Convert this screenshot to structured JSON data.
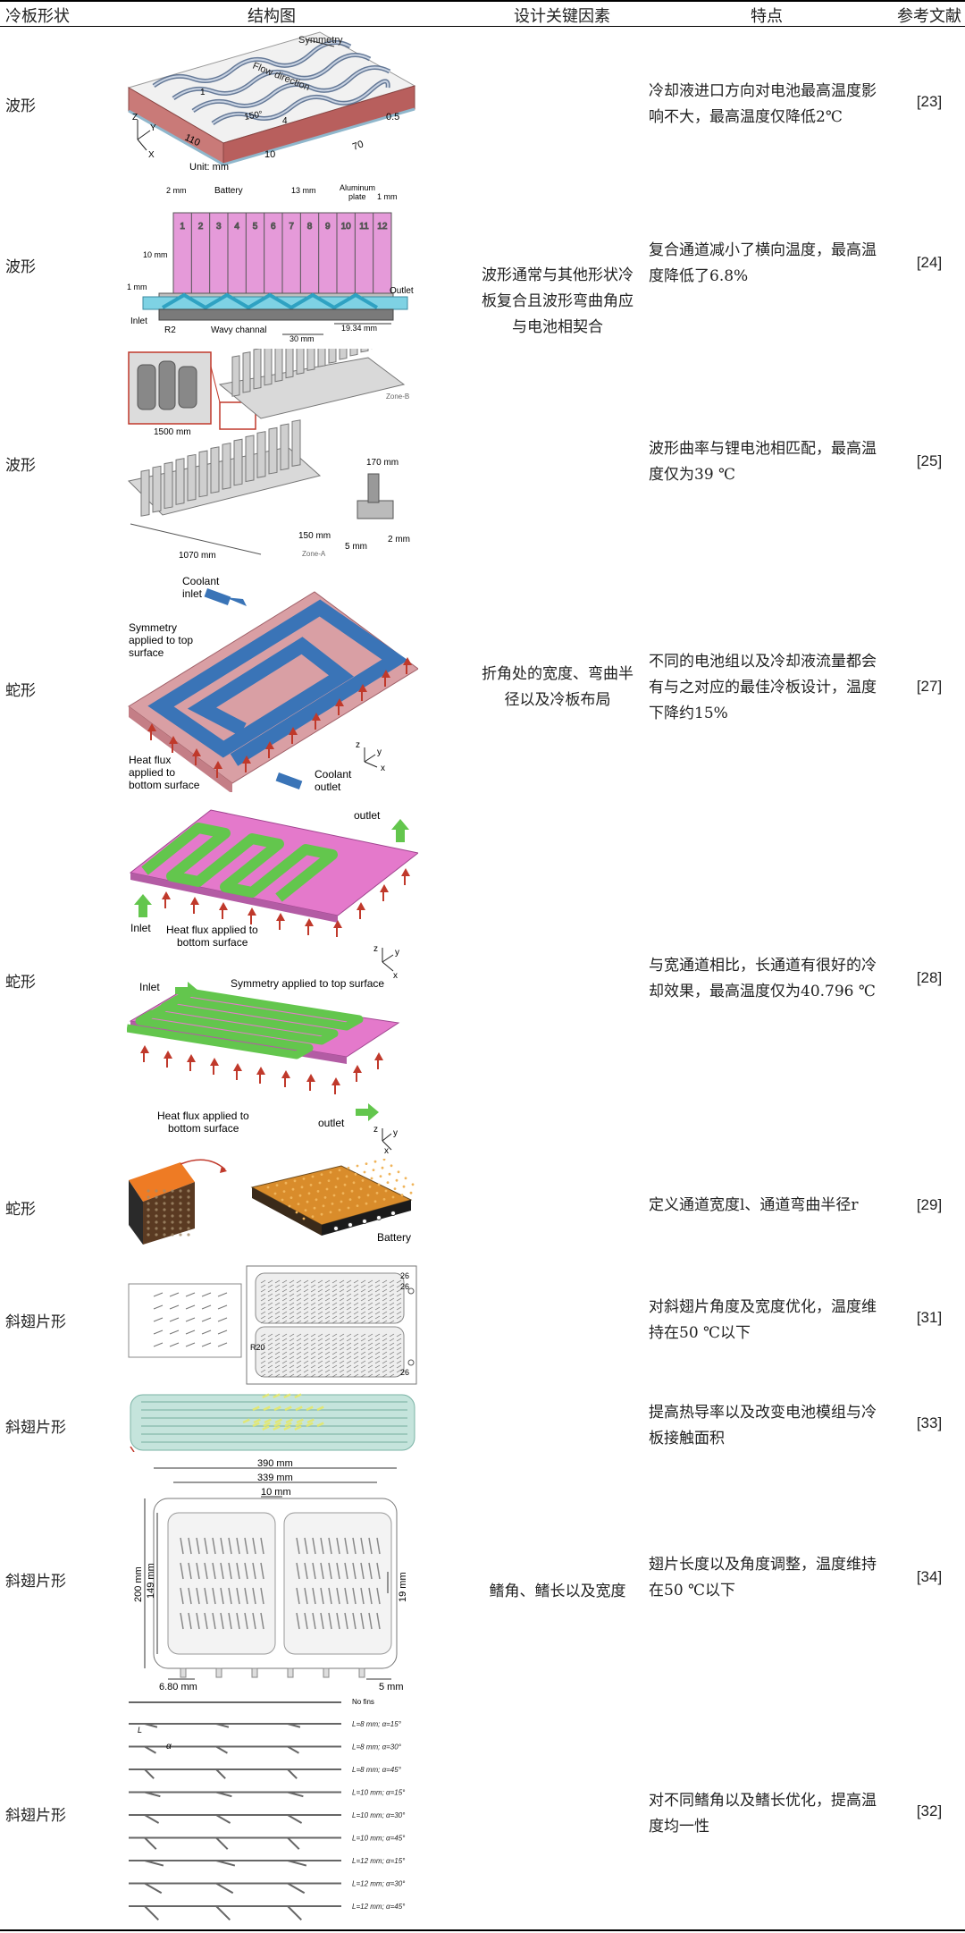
{
  "header": {
    "shape": "冷板形状",
    "figure": "结构图",
    "design": "设计关键因素",
    "features": "特点",
    "ref": "参考文献"
  },
  "rows": [
    {
      "shape": "波形",
      "features": "冷却液进口方向对电池最高温度影响不大，最高温度仅降低2℃",
      "ref": "[23]"
    },
    {
      "shape": "波形",
      "features": "复合通道减小了横向温度，最高温度降低了6.8%",
      "ref": "[24]"
    },
    {
      "shape": "波形",
      "features": "波形曲率与锂电池相匹配，最高温度仅为39 ℃",
      "ref": "[25]"
    },
    {
      "shape": "蛇形",
      "features": "不同的电池组以及冷却液流量都会有与之对应的最佳冷板设计，温度下降约15%",
      "ref": "[27]"
    },
    {
      "shape": "蛇形",
      "features": "与宽通道相比，长通道有很好的冷却效果，最高温度仅为40.796 ℃",
      "ref": "[28]"
    },
    {
      "shape": "蛇形",
      "features": "定义通道宽度l、通道弯曲半径r",
      "ref": "[29]"
    },
    {
      "shape": "斜翅片形",
      "features": "对斜翅片角度及宽度优化，温度维持在50 ℃以下",
      "ref": "[31]"
    },
    {
      "shape": "斜翅片形",
      "features": "提高热导率以及改变电池模组与冷板接触面积",
      "ref": "[33]"
    },
    {
      "shape": "斜翅片形",
      "features": "翅片长度以及角度调整，温度维持在50 ℃以下",
      "ref": "[34]"
    },
    {
      "shape": "斜翅片形",
      "features": "对不同鳍角以及鳍长优化，提高温度均一性",
      "ref": "[32]"
    }
  ],
  "design_groups": [
    "波形通常与其他形状冷板复合且波形弯曲角应与电池相契合",
    "折角处的宽度、弯曲半径以及冷板布局",
    "鳍角、鳍长以及宽度"
  ],
  "figures": {
    "f23": {
      "symmetry": "Symmetry",
      "flow": "Flow direction",
      "d1": "1",
      "d150": "150°",
      "d4": "4",
      "d05": "0.5",
      "d110": "110",
      "d10": "10",
      "d70": "70",
      "unit": "Unit: mm",
      "ax_z": "Z",
      "ax_y": "Y",
      "ax_x": "X"
    },
    "f24": {
      "mm2": "2 mm",
      "battery": "Battery",
      "mm13": "13 mm",
      "aluminum": "Aluminum",
      "plate": "plate",
      "mm1a": "1 mm",
      "mm10": "10 mm",
      "mm1b": "1 mm",
      "inlet": "Inlet",
      "r2": "R2",
      "wavy": "Wavy channal",
      "mm30": "30 mm",
      "mm1934": "19.34 mm",
      "outlet": "Outlet",
      "cells": [
        "1",
        "2",
        "3",
        "4",
        "5",
        "6",
        "7",
        "8",
        "9",
        "10",
        "11",
        "12"
      ]
    },
    "f25": {
      "mm1500": "1500 mm",
      "zone_b": "Zone-B",
      "mm170": "170 mm",
      "mm150": "150 mm",
      "mm5": "5 mm",
      "mm2": "2 mm",
      "mm1070": "1070 mm",
      "zone_a": "Zone-A"
    },
    "f27": {
      "coolant_inlet_1": "Coolant",
      "coolant_inlet_2": "inlet",
      "sym_1": "Symmetry",
      "sym_2": "applied to top",
      "sym_3": "surface",
      "hf_1": "Heat flux",
      "hf_2": "applied to",
      "hf_3": "bottom surface",
      "out_1": "Coolant",
      "out_2": "outlet",
      "ax_z": "z",
      "ax_y": "y",
      "ax_x": "x"
    },
    "f28a": {
      "outlet": "outlet",
      "inlet": "Inlet",
      "hf_1": "Heat flux applied to",
      "hf_2": "bottom surface",
      "ax_z": "z",
      "ax_y": "y",
      "ax_x": "x"
    },
    "f28b": {
      "inlet": "Inlet",
      "sym": "Symmetry applied to top surface",
      "hf_1": "Heat flux applied to",
      "hf_2": "bottom surface",
      "outlet": "outlet",
      "ax_z": "z",
      "ax_y": "y",
      "ax_x": "x"
    },
    "f29": {
      "battery": "Battery"
    },
    "f31": {
      "d26a": "26",
      "d26b": "26",
      "r20": "R20",
      "d26c": "26"
    },
    "f34": {
      "mm390": "390 mm",
      "mm339": "339 mm",
      "mm10": "10 mm",
      "mm200": "200 mm",
      "mm149": "149 mm",
      "mm19": "19 mm",
      "mm680": "6.80 mm",
      "mm5": "5 mm"
    },
    "f32": {
      "nofins": "No fins",
      "l_label": "L",
      "alpha": "α",
      "rows": [
        "L=8 mm; α=15°",
        "L=8 mm; α=30°",
        "L=8 mm; α=45°",
        "L=10 mm; α=15°",
        "L=10 mm; α=30°",
        "L=10 mm; α=45°",
        "L=12 mm; α=15°",
        "L=12 mm; α=30°",
        "L=12 mm; α=45°"
      ]
    }
  }
}
